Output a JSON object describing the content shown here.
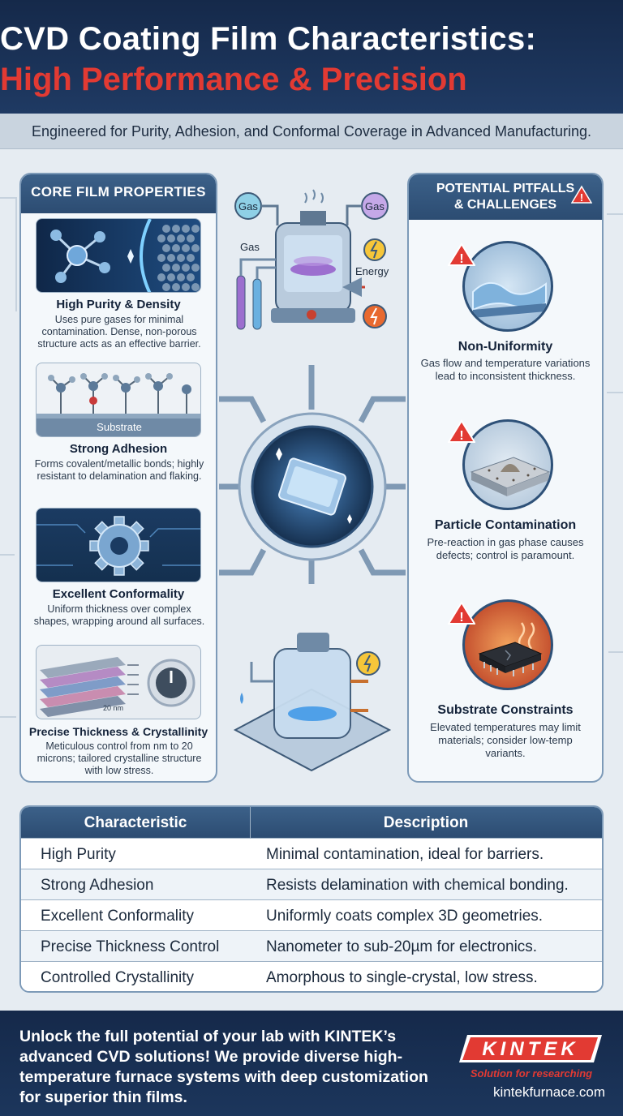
{
  "header": {
    "title_line1": "CVD Coating Film Characteristics:",
    "title_line2": "High Performance & Precision",
    "subtitle": "Engineered for Purity, Adhesion, and Conformal Coverage in Advanced Manufacturing."
  },
  "left_panel": {
    "title": "CORE FILM PROPERTIES",
    "properties": [
      {
        "title": "High Purity & Density",
        "desc": "Uses pure gases for minimal contamination. Dense, non-porous structure acts as an effective barrier."
      },
      {
        "title": "Strong Adhesion",
        "desc": "Forms covalent/metallic bonds; highly resistant to delamination and flaking.",
        "image_label": "Substrate"
      },
      {
        "title": "Excellent Conformality",
        "desc": "Uniform thickness over complex shapes, wrapping around all surfaces."
      },
      {
        "title": "Precise Thickness & Crystallinity",
        "desc": "Meticulous control from nm to 20 microns; tailored crystalline structure with low stress.",
        "image_label": "20 nm"
      }
    ]
  },
  "center": {
    "gas_label_left": "Gas",
    "gas_label_right": "Gas",
    "gas_inlet_label": "Gas",
    "energy_label": "Energy"
  },
  "right_panel": {
    "title_line1": "POTENTIAL PITFALLS",
    "title_line2": "& CHALLENGES",
    "pitfalls": [
      {
        "title": "Non-Uniformity",
        "desc": "Gas flow and temperature variations lead to inconsistent thickness."
      },
      {
        "title": "Particle Contamination",
        "desc": "Pre-reaction in gas phase causes defects; control is paramount."
      },
      {
        "title": "Substrate Constraints",
        "desc": "Elevated temperatures may limit materials; consider low-temp variants."
      }
    ]
  },
  "table": {
    "headers": [
      "Characteristic",
      "Description"
    ],
    "rows": [
      [
        "High Purity",
        "Minimal contamination, ideal for barriers."
      ],
      [
        "Strong Adhesion",
        "Resists delamination with chemical bonding."
      ],
      [
        "Excellent Conformality",
        "Uniformly coats complex 3D geometries."
      ],
      [
        "Precise Thickness Control",
        "Nanometer to sub-20µm for electronics."
      ],
      [
        "Controlled Crystallinity",
        "Amorphous to single-crystal, low stress."
      ]
    ]
  },
  "footer": {
    "text": "Unlock the full potential of your lab with KINTEK’s advanced CVD solutions! We provide diverse high-temperature furnace systems with deep customization for superior thin films.",
    "logo": "KINTEK",
    "tagline": "Solution for researching",
    "website": "kintekfurnace.com"
  },
  "colors": {
    "accent_red": "#e23a33",
    "navy": "#15294a",
    "panel_blue": "#2c4c72"
  }
}
